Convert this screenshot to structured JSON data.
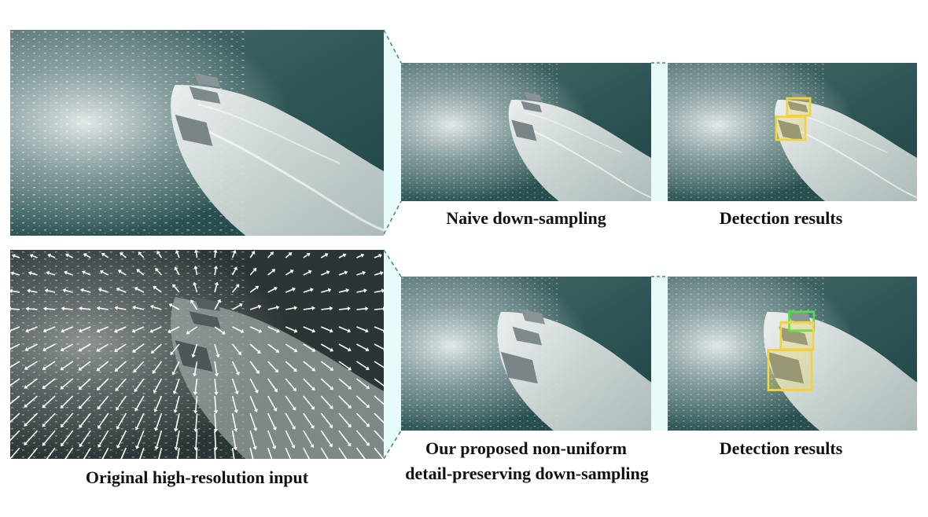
{
  "figure": {
    "captions": {
      "original": "Original high-resolution input",
      "naive": "Naive down-sampling",
      "detection_top": "Detection results",
      "proposed_line1": "Our proposed non-uniform",
      "proposed_line2": "detail-preserving down-sampling",
      "detection_bottom": "Detection results"
    },
    "colors": {
      "sea": "#2f5656",
      "wake": "#e8ecea",
      "glare": "#ffffff",
      "detection_box": "#f2d33a",
      "detection_box_extra": "#4de04a",
      "arrow": "#ffffff",
      "connector": "#2e8a8a",
      "connector_fill": "#e6fbfb"
    }
  }
}
